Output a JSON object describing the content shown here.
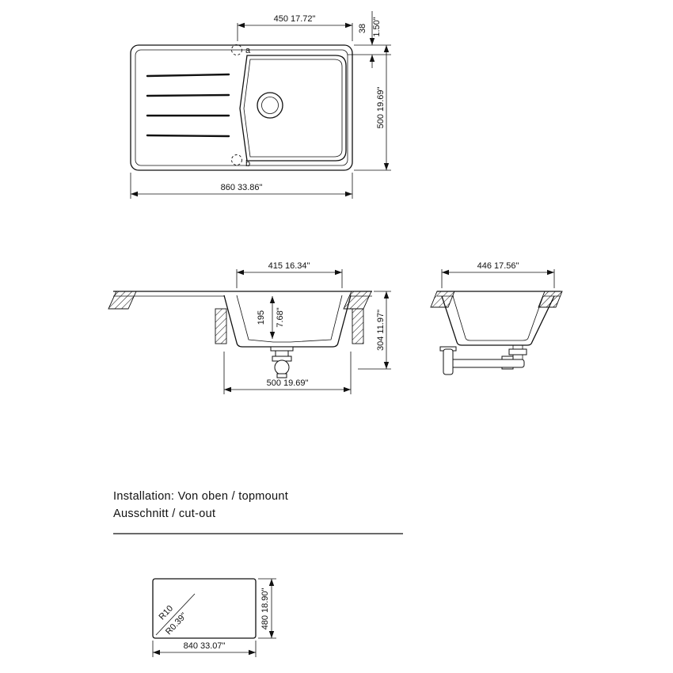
{
  "drawing": {
    "top_view": {
      "dim_basin_width": "450 17.72\"",
      "dim_rim_offset_mm": "38",
      "dim_rim_offset_in": "1.50\"",
      "dim_depth": "500 19.69\"",
      "dim_overall_width": "860 33.86\"",
      "hole_label_a": "a",
      "hole_label_b": "b"
    },
    "front_section": {
      "dim_basin_top_width": "415 16.34\"",
      "dim_basin_depth_mm": "195",
      "dim_basin_depth_in": "7.68\"",
      "dim_overall_height": "304 11.97\"",
      "dim_basin_outer_width": "500 19.69\""
    },
    "side_section": {
      "dim_outer_depth": "446 17.56\""
    },
    "notes": {
      "installation": "Installation: Von oben / topmount",
      "cutout": "Ausschnitt / cut-out"
    },
    "cutout_view": {
      "corner_radius_mm": "R10",
      "corner_radius_in": "R0.39\"",
      "dim_height": "480 18.90\"",
      "dim_width": "840 33.07\""
    },
    "colors": {
      "line": "#111111",
      "background": "#ffffff"
    }
  }
}
